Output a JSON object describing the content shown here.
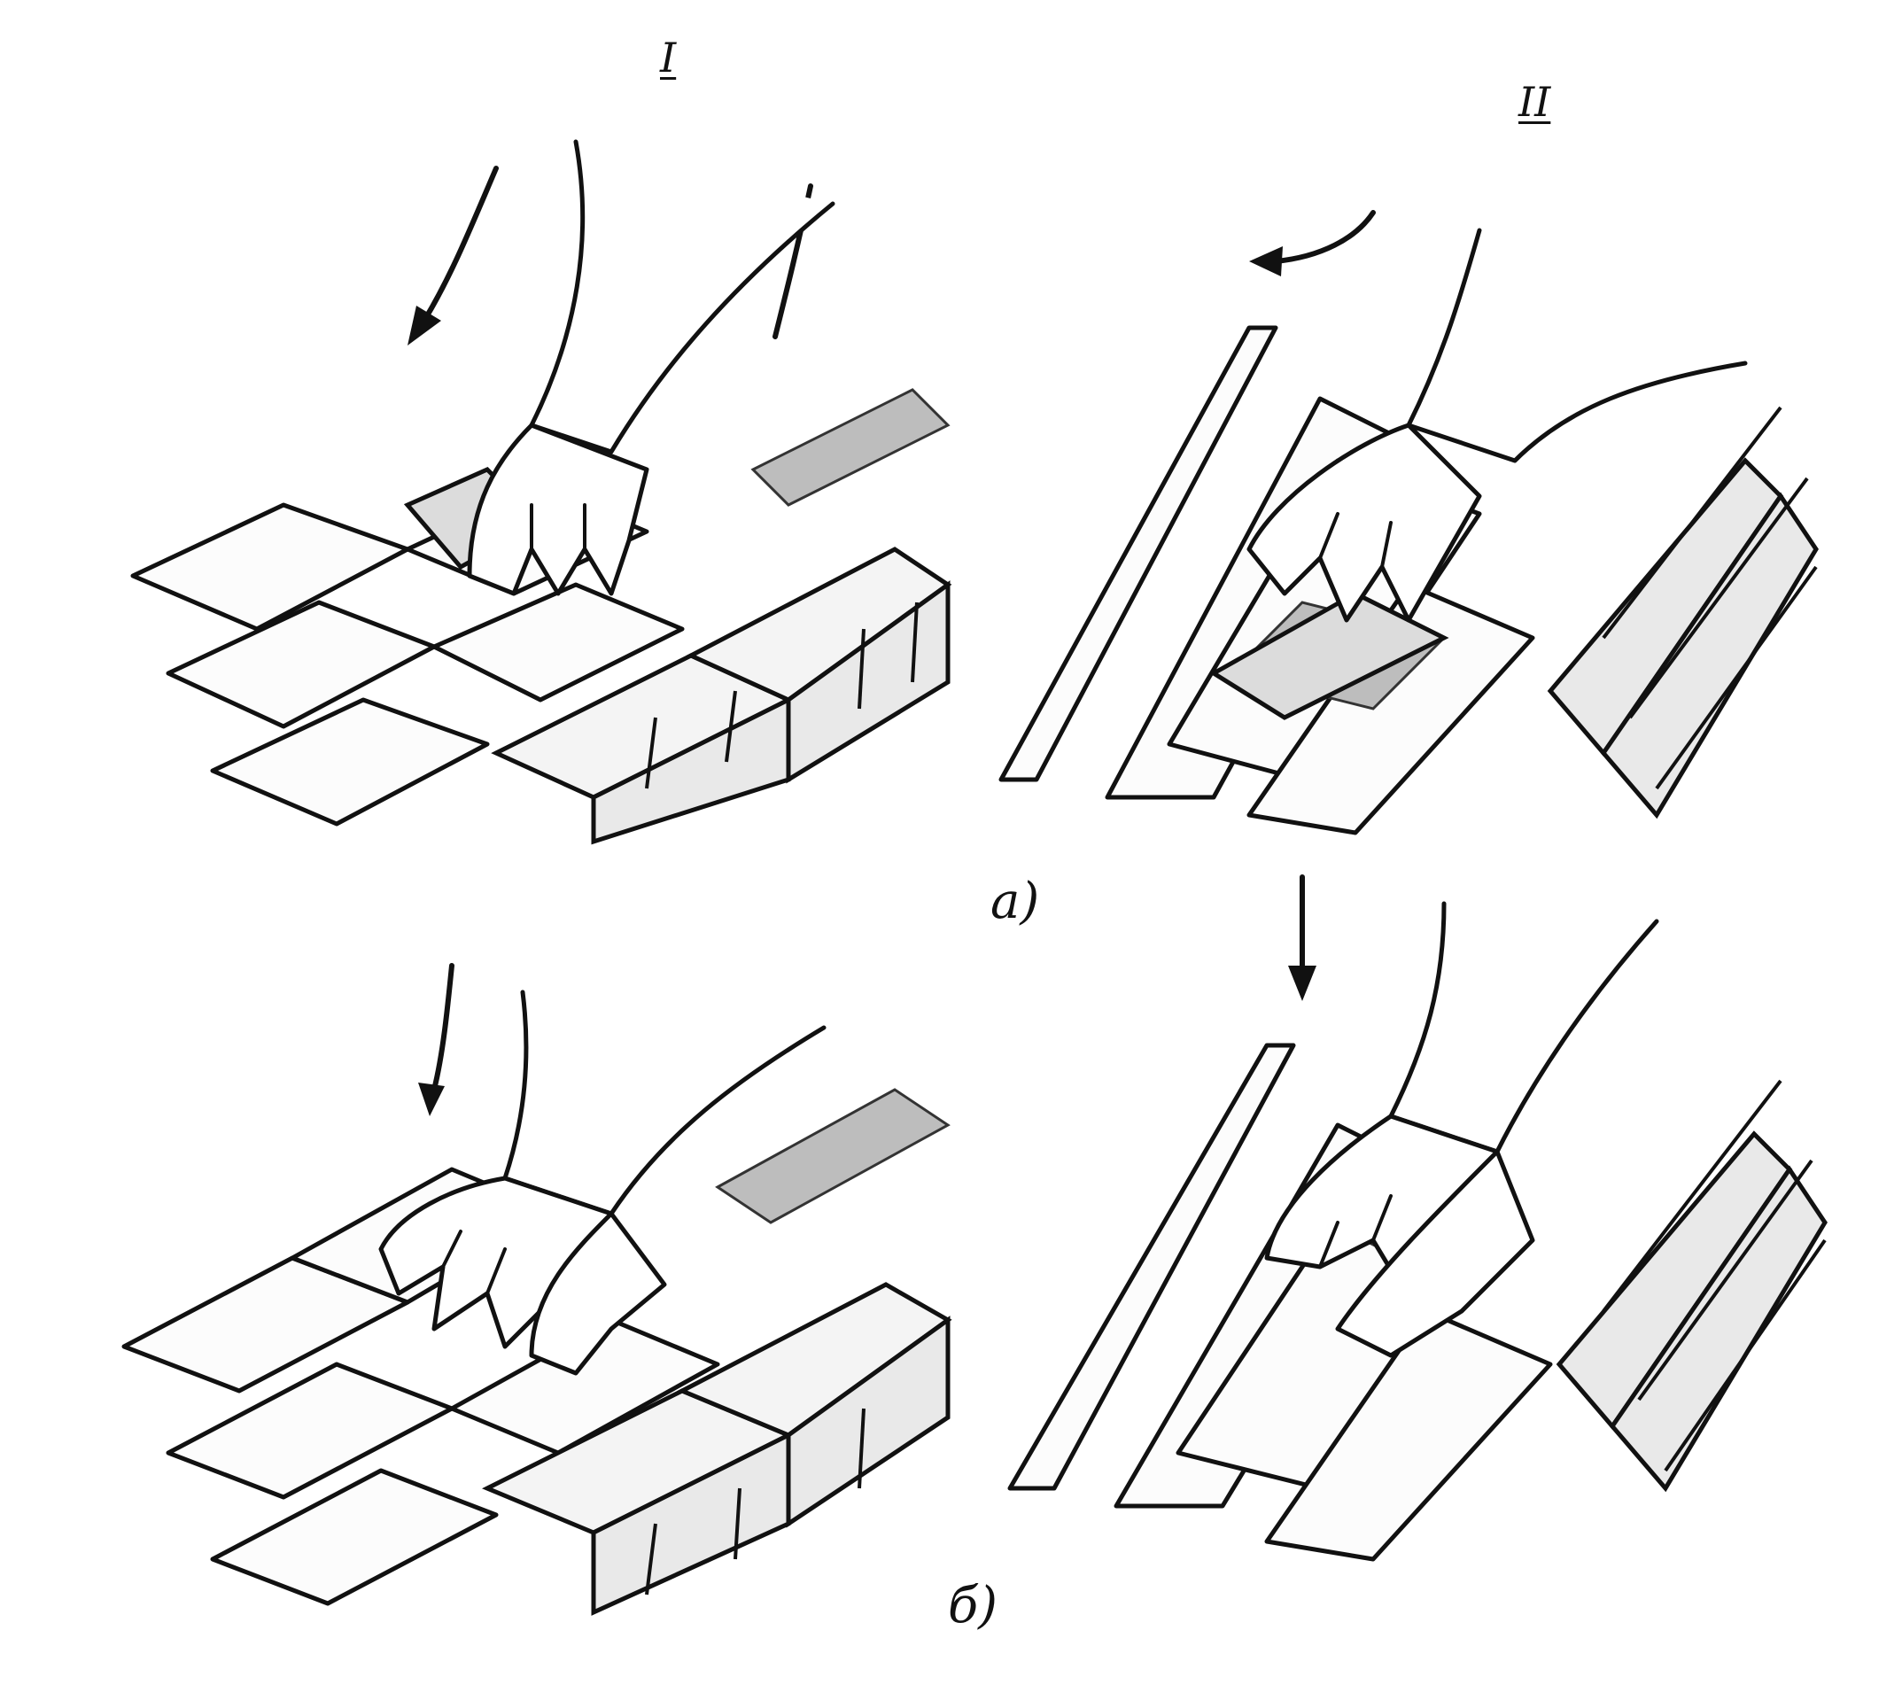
{
  "labels": {
    "column_one": "I",
    "column_two": "II",
    "row_a": "а)",
    "row_b": "б)"
  },
  "icons": [
    "down-arrow-icon",
    "curved-arrow-icon"
  ]
}
